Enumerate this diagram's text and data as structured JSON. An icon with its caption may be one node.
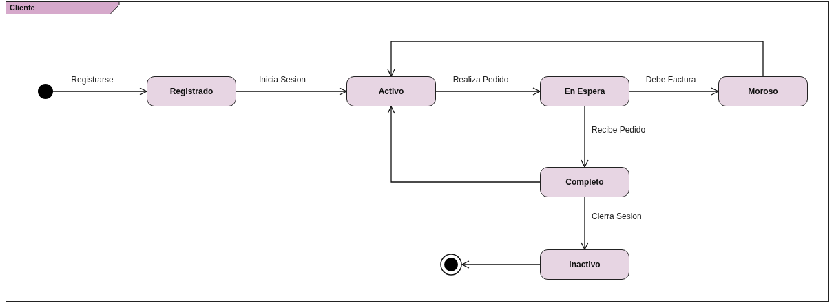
{
  "diagram": {
    "nodes": [
      {
        "text": [
          "Cliente"
        ]
      },
      {
        "text": [],
        "shape": "circle",
        "in": 0
      },
      {
        "text": [
          "Registrado"
        ],
        "in": 0
      },
      {
        "text": [
          "Activo"
        ],
        "in": 0
      },
      {
        "text": [
          "En Espera"
        ],
        "in": 0
      },
      {
        "text": [
          "Moroso"
        ],
        "in": 0
      },
      {
        "text": [
          "Completo"
        ],
        "in": 0
      },
      {
        "text": [
          "Inactivo"
        ],
        "in": 0
      },
      {
        "text": [],
        "shape": "circle",
        "in": 0
      }
    ],
    "edges": [
      {
        "from": 1,
        "to": 2,
        "arrow": "to",
        "label": "Registrarse"
      },
      {
        "from": 2,
        "to": 3,
        "arrow": "to",
        "label": "Inicia Sesion"
      },
      {
        "from": 3,
        "to": 4,
        "arrow": "to",
        "label": "Realiza Pedido"
      },
      {
        "from": 4,
        "to": 5,
        "arrow": "to",
        "label": "Debe Factura"
      },
      {
        "from": 5,
        "to": 3,
        "arrow": "to"
      },
      {
        "from": 4,
        "to": 6,
        "arrow": "to",
        "label": "Recibe Pedido"
      },
      {
        "from": 6,
        "to": 3,
        "arrow": "to"
      },
      {
        "from": 6,
        "to": 7,
        "arrow": "to",
        "label": "Cierra Sesion"
      },
      {
        "from": 7,
        "to": 8,
        "arrow": "to"
      }
    ]
  }
}
